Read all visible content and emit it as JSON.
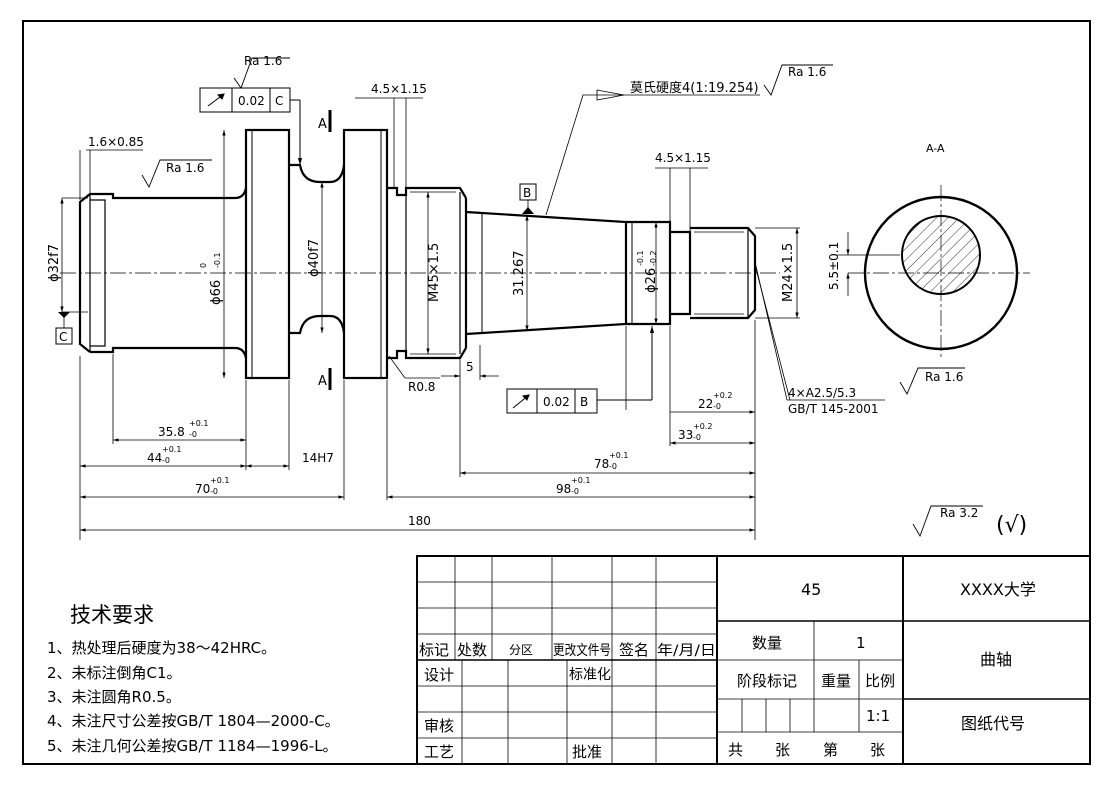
{
  "frame": {
    "stroke": "#000000",
    "background": "#ffffff"
  },
  "part": {
    "dims": {
      "d32": "ϕ32f7",
      "d66": "ϕ66",
      "d66_tol_up": "0",
      "d66_tol_dn": "-0.1",
      "d40": "ϕ40f7",
      "m45": "M45×1.5",
      "taper_dia": "31.267",
      "d26": "ϕ26",
      "d26_tol_up": "-0.1",
      "d26_tol_dn": "-0.2",
      "m24": "M24×1.5",
      "key_dim": "5.5±0.1",
      "chamfer_left": "1.6×0.85",
      "groove_1": "4.5×1.15",
      "groove_2": "4.5×1.15",
      "r08": "R0.8",
      "five": "5",
      "len_358": "35.8",
      "len_44": "44",
      "len_70": "70",
      "len_14h7": "14H7",
      "len_180": "180",
      "len_98": "98",
      "len_78": "78",
      "len_33": "33",
      "len_22": "22",
      "tol_up_01": "+0.1",
      "tol_up_02": "+0.2",
      "tol_dn_0": "-0",
      "centre_holes": "4×A2.5/5.3",
      "centre_std": "GB/T 145-2001"
    },
    "roughness": {
      "ra16": "Ra 1.6",
      "ra32": "Ra 3.2",
      "general_mark": "(√)"
    },
    "gdt": {
      "tol1_value": "0.02",
      "tol1_datum": "C",
      "tol2_value": "0.02",
      "tol2_datum": "B"
    },
    "datums": {
      "b": "B",
      "c": "C"
    },
    "section": {
      "mark": "A",
      "title": "A-A"
    },
    "taper_note": "莫氏硬度4(1:19.254)"
  },
  "requirements": {
    "title": "技术要求",
    "items": [
      "1、热处理后硬度为38～42HRC。",
      "2、未标注倒角C1。",
      "3、未注圆角R0.5。",
      "4、未注尺寸公差按GB/T 1804—2000-C。",
      "5、未注几何公差按GB/T 1184—1996-L。"
    ]
  },
  "title_block": {
    "material": "45",
    "company": "XXXX大学",
    "part_name": "曲轴",
    "drawing_no": "图纸代号",
    "rev_headers": [
      "标记",
      "处数",
      "分区",
      "更改文件号",
      "签名",
      "年/月/日"
    ],
    "roles": {
      "design": "设计",
      "standard": "标准化",
      "review": "审核",
      "process": "工艺",
      "approve": "批准"
    },
    "quantity_label": "数量",
    "quantity": "1",
    "stage_label": "阶段标记",
    "weight_label": "重量",
    "scale_label": "比例",
    "scale": "1:1",
    "sheets": [
      "共",
      "张",
      "第",
      "张"
    ]
  }
}
